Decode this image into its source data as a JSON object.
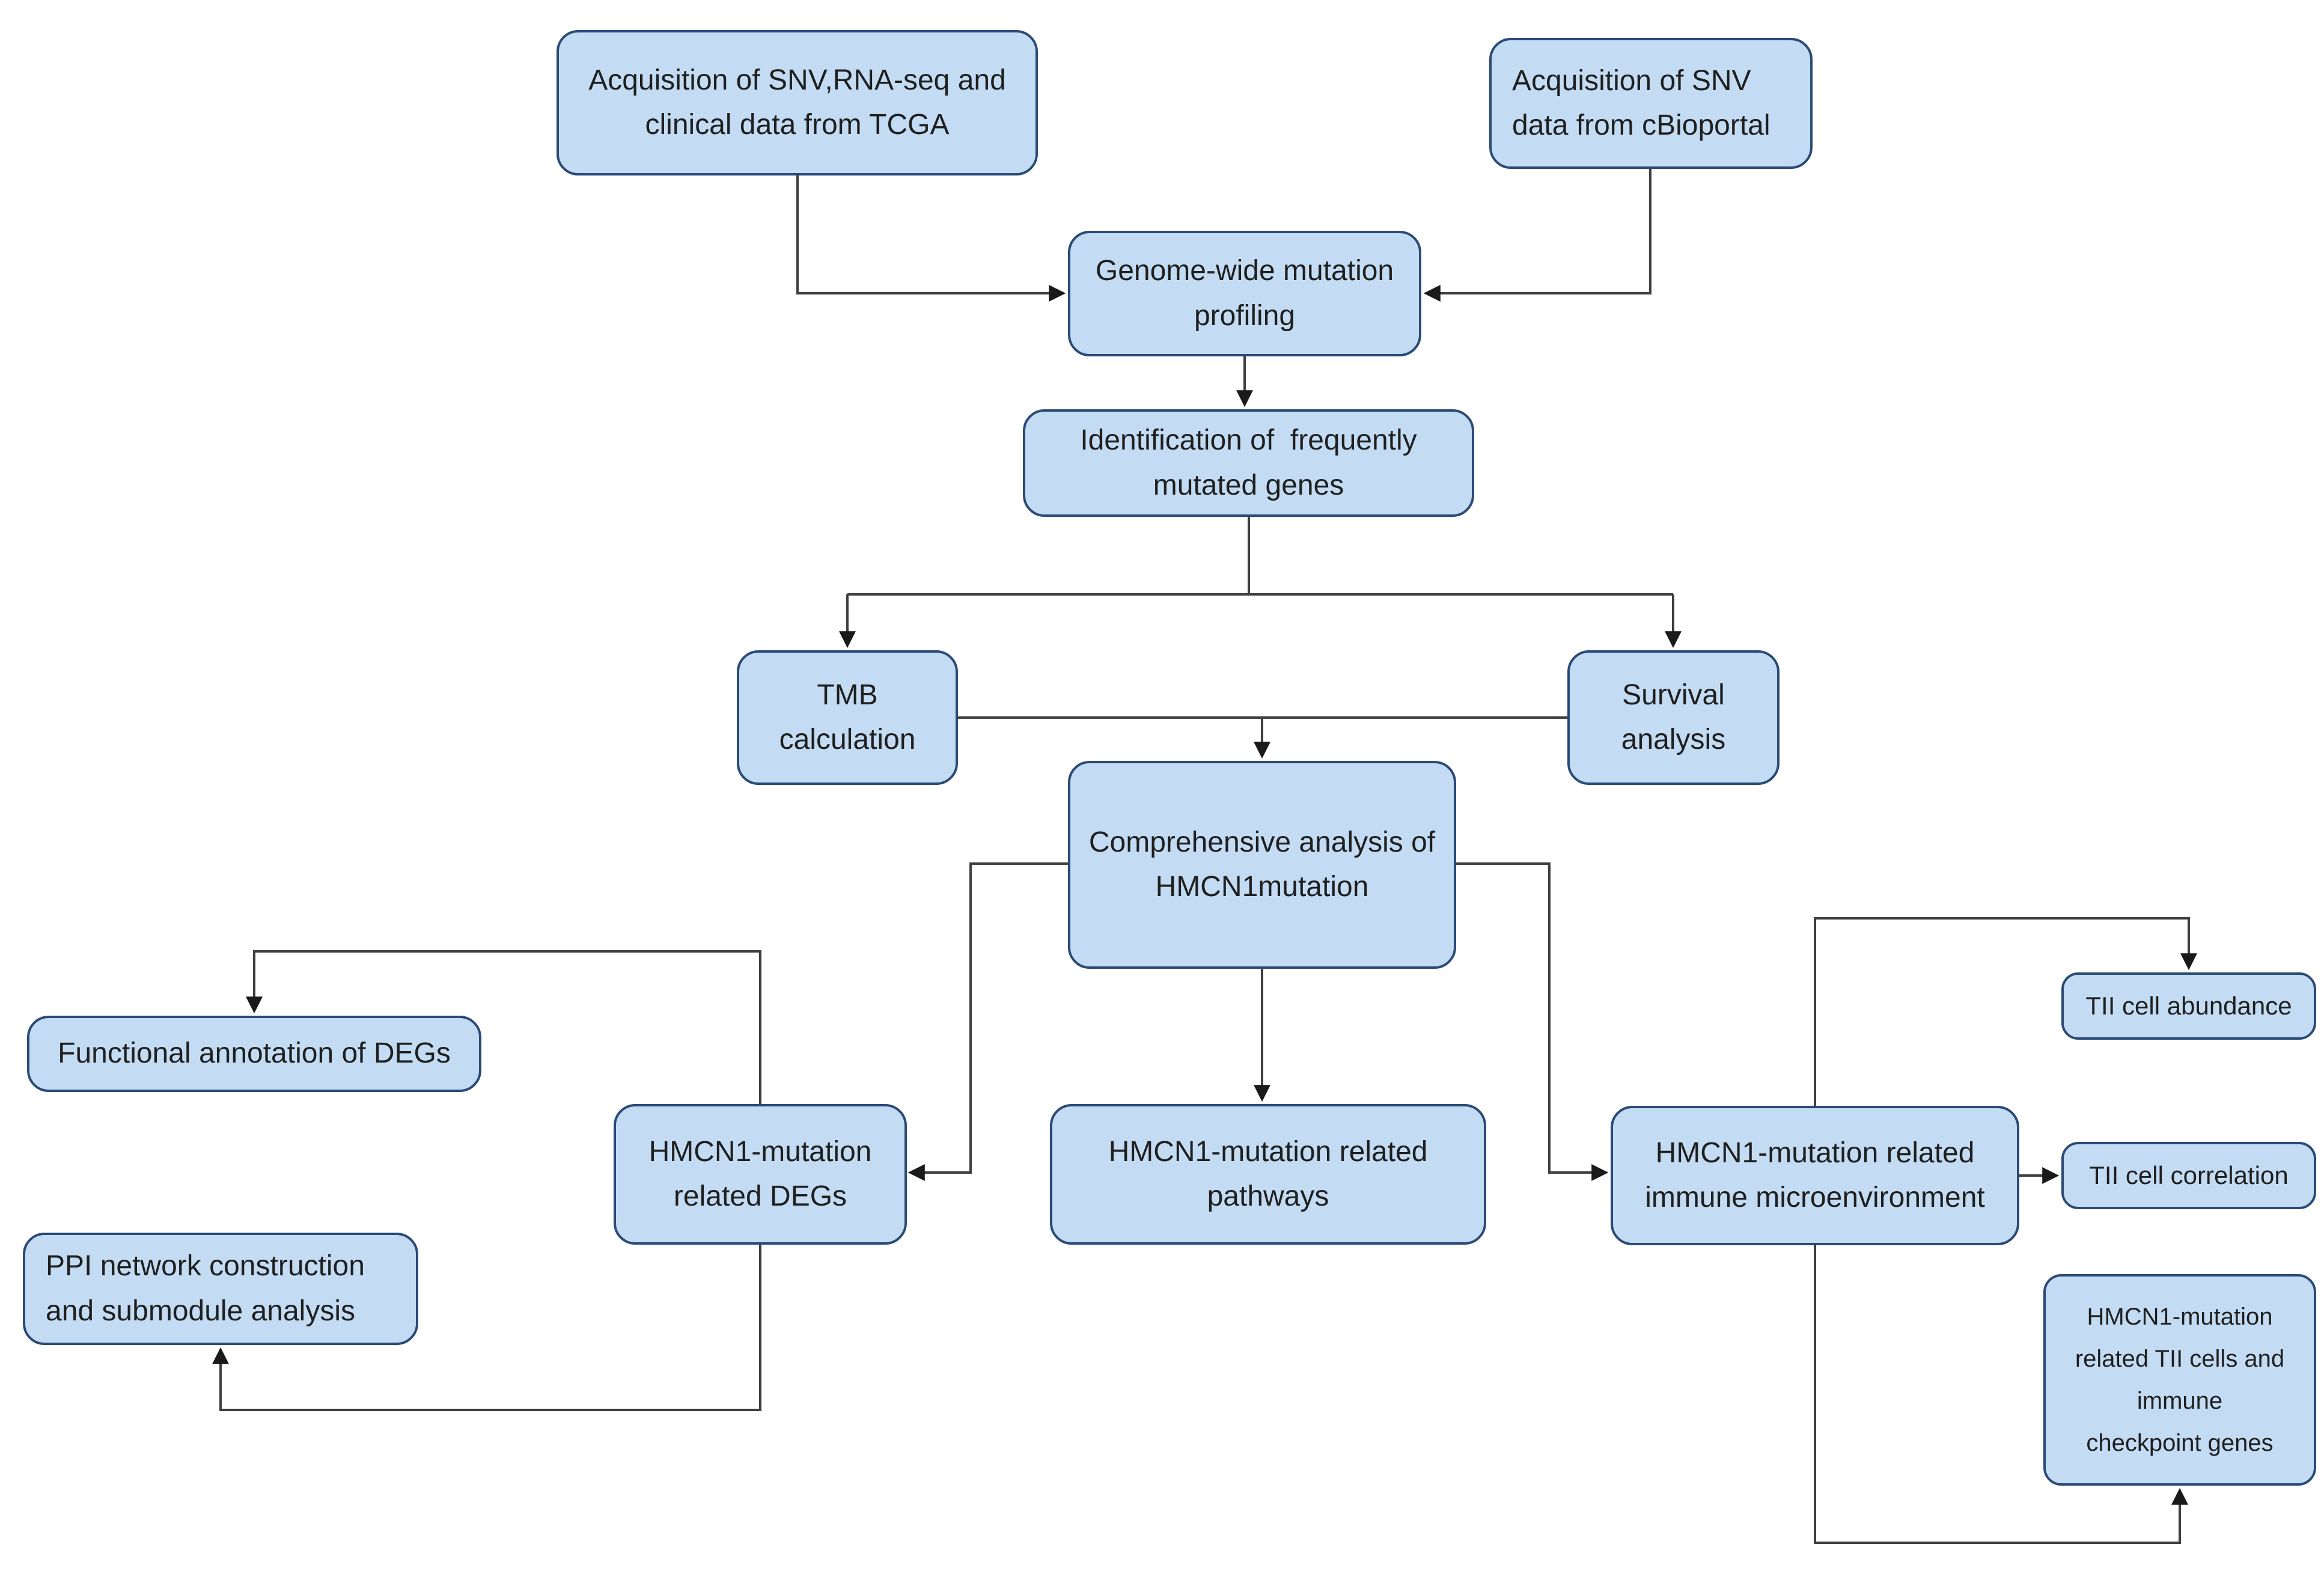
{
  "diagram": {
    "type": "flowchart",
    "background_color": "#ffffff",
    "node_fill_color": "#c3dcf3",
    "node_border_color": "#2c4a76",
    "connector_color": "#3f3f3f",
    "arrowhead_color": "#1a1a1a",
    "text_color": "#1f1f1f",
    "nodes": [
      {
        "id": "acquisition-tcga",
        "label": "Acquisition of SNV,RNA-seq and\nclinical data from TCGA"
      },
      {
        "id": "acquisition-cbioportal",
        "label": "Acquisition of SNV\ndata from cBioportal"
      },
      {
        "id": "genome-wide-profiling",
        "label": "Genome-wide mutation\nprofiling"
      },
      {
        "id": "identification",
        "label": "Identification of  frequently\nmutated genes"
      },
      {
        "id": "tmb-calculation",
        "label": "TMB\ncalculation"
      },
      {
        "id": "survival-analysis",
        "label": "Survival\nanalysis"
      },
      {
        "id": "comprehensive-analysis",
        "label": "Comprehensive analysis of\nHMCN1mutation"
      },
      {
        "id": "functional-annotation",
        "label": "Functional annotation of DEGs"
      },
      {
        "id": "hmcn1-related-degs",
        "label": "HMCN1-mutation\nrelated DEGs"
      },
      {
        "id": "ppi-network",
        "label": "PPI network construction\nand submodule analysis"
      },
      {
        "id": "hmcn1-related-pathways",
        "label": "HMCN1-mutation related\npathways"
      },
      {
        "id": "hmcn1-immune-microenvironment",
        "label": "HMCN1-mutation related\nimmune microenvironment"
      },
      {
        "id": "tii-cell-abundance",
        "label": "TII cell abundance"
      },
      {
        "id": "tii-cell-correlation",
        "label": "TII cell correlation"
      },
      {
        "id": "hmcn1-tii-checkpoint",
        "label": "HMCN1-mutation\nrelated TII cells and\nimmune\ncheckpoint genes"
      }
    ]
  }
}
